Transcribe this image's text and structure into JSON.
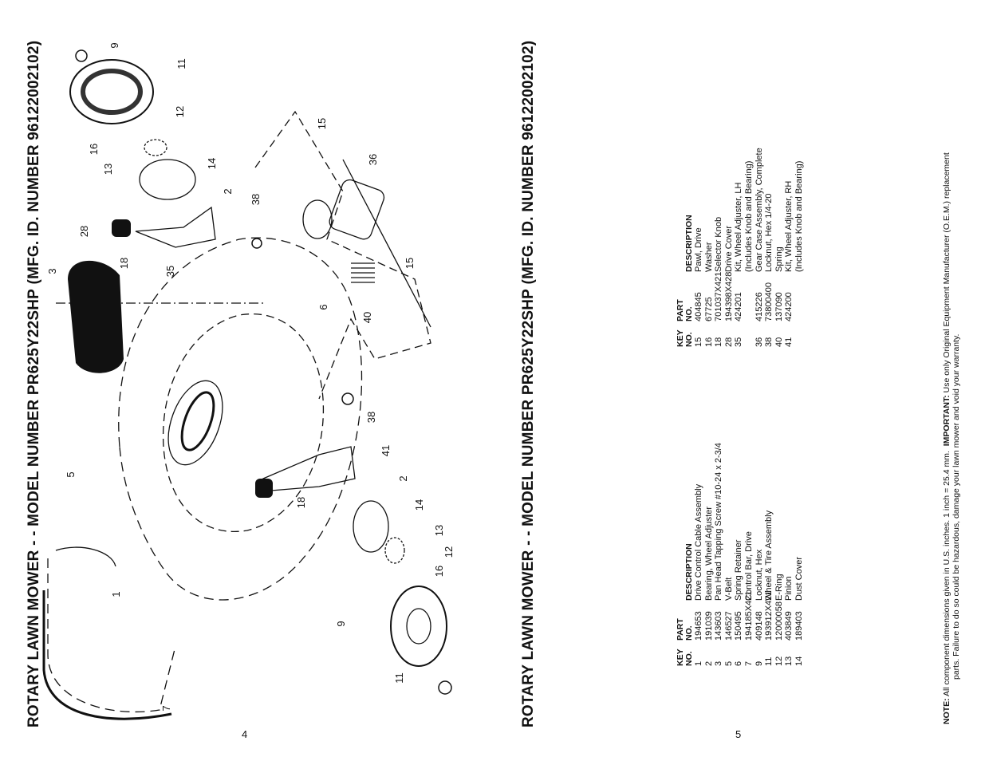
{
  "page_left": {
    "title_prefix": "ROTARY LAWN MOWER - - MODEL NUMBER",
    "model": "PR625Y22SHP",
    "mfg": "(MFG. ID. NUMBER 96122002102)",
    "page_number": "4",
    "callouts": [
      "9",
      "11",
      "12",
      "16",
      "13",
      "14",
      "2",
      "38",
      "28",
      "3",
      "18",
      "35",
      "15",
      "36",
      "6",
      "40",
      "15",
      "5",
      "38",
      "41",
      "2",
      "18",
      "14",
      "13",
      "12",
      "16",
      "1",
      "9",
      "11",
      "7"
    ]
  },
  "page_right": {
    "title_prefix": "ROTARY LAWN MOWER - - MODEL NUMBER",
    "model": "PR625Y22SHP",
    "mfg": "(MFG. ID. NUMBER 96122002102)",
    "page_number": "5",
    "headers": {
      "key": "KEY NO.",
      "key1": "KEY",
      "key2": "NO.",
      "part1": "PART",
      "part2": "NO.",
      "desc": "DESCRIPTION"
    },
    "parts_a": [
      {
        "key": "1",
        "part": "194653",
        "desc": "Drive Control Cable Assembly"
      },
      {
        "key": "2",
        "part": "191039",
        "desc": "Bearing, Wheel Adjuster"
      },
      {
        "key": "3",
        "part": "143603",
        "desc": "Pan Head Tapping Screw  #10-24 x 2-3/4"
      },
      {
        "key": "5",
        "part": "146527",
        "desc": "V-Belt"
      },
      {
        "key": "6",
        "part": "150495",
        "desc": "Spring Retainer"
      },
      {
        "key": "7",
        "part": "194185X421",
        "desc": "Control Bar, Drive"
      },
      {
        "key": "9",
        "part": "409148",
        "desc": "Locknut, Hex"
      },
      {
        "key": "11",
        "part": "193912X421",
        "desc": "Wheel & Tire Assembly"
      },
      {
        "key": "12",
        "part": "12000058",
        "desc": "E-Ring"
      },
      {
        "key": "13",
        "part": "403849",
        "desc": "Pinion"
      },
      {
        "key": "14",
        "part": "189403",
        "desc": "Dust Cover"
      }
    ],
    "parts_b": [
      {
        "key": "15",
        "part": "404845",
        "desc": "Pawl, Drive"
      },
      {
        "key": "16",
        "part": "67725",
        "desc": "Washer"
      },
      {
        "key": "18",
        "part": "701037X421",
        "desc": "Selector Knob"
      },
      {
        "key": "28",
        "part": "194398X428",
        "desc": "Drive Cover"
      },
      {
        "key": "35",
        "part": "424201",
        "desc": "Kit, Wheel Adjuster, LH"
      },
      {
        "key": "",
        "part": "",
        "desc": "(Includes Knob and Bearing)"
      },
      {
        "key": "36",
        "part": "415226",
        "desc": "Gear Case Assembly, Complete"
      },
      {
        "key": "38",
        "part": "73800400",
        "desc": "Locknut, Hex  1/4-20"
      },
      {
        "key": "40",
        "part": "137090",
        "desc": "Spring"
      },
      {
        "key": "41",
        "part": "424200",
        "desc": "Kit, Wheel Adjuster, RH"
      },
      {
        "key": "",
        "part": "",
        "desc": "(Includes Knob and Bearing)"
      }
    ],
    "note_label": "NOTE:",
    "note_text": "All component dimensions given in U.S. inches.  1 inch = 25.4 mm.",
    "important_label": "IMPORTANT:",
    "important_text": "Use only Original Equipment Manufacturer (O.E.M.) replacement",
    "note_line2": "parts.  Failure to do so could be hazardous, damage your lawn mower and void your warranty."
  }
}
